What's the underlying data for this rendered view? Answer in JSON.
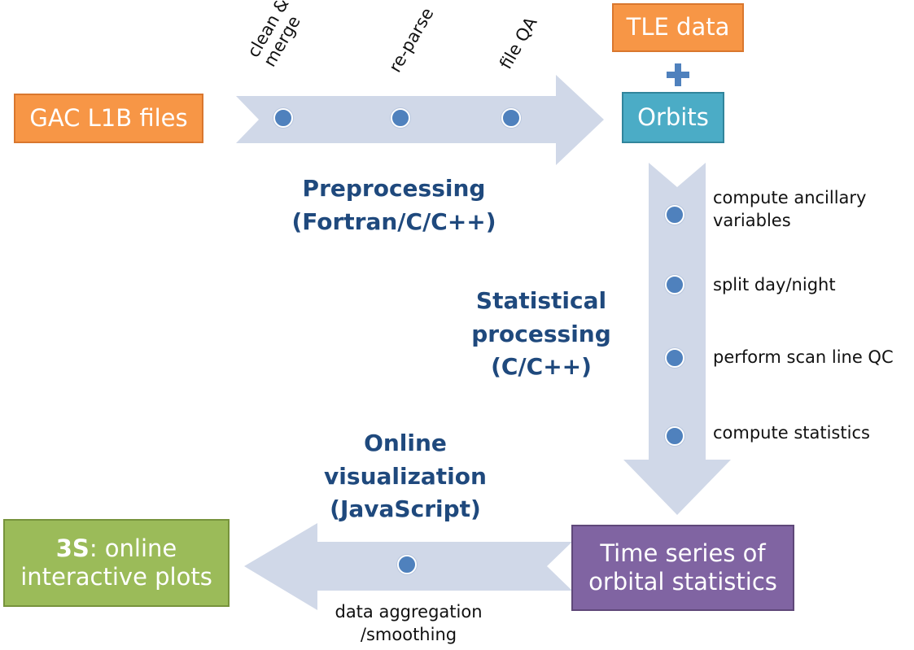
{
  "boxes": {
    "gac": "GAC L1B files",
    "tle": "TLE data",
    "orbits": "Orbits",
    "timeseries_line1": "Time series of",
    "timeseries_line2": "orbital statistics",
    "threes_bold": "3S",
    "threes_rest": ": online",
    "threes_line2": "interactive plots"
  },
  "preprocessing": {
    "stage_line1": "Preprocessing",
    "stage_line2": "(Fortran/C/C++)",
    "steps": [
      {
        "line1": "clean &",
        "line2": "merge"
      },
      {
        "line1": "re-parse"
      },
      {
        "line1": "file QA"
      }
    ]
  },
  "statistical": {
    "stage_line1": "Statistical",
    "stage_line2": "processing",
    "stage_line3": "(C/C++)",
    "steps": [
      {
        "line1": "compute ancillary",
        "line2": "variables"
      },
      {
        "line1": "split day/night"
      },
      {
        "line1": "perform scan line QC"
      },
      {
        "line1": "compute statistics"
      }
    ]
  },
  "visualization": {
    "stage_line1": "Online",
    "stage_line2": "visualization",
    "stage_line3": "(JavaScript)",
    "step_line1": "data aggregation",
    "step_line2": "/smoothing"
  },
  "colors": {
    "orange": "#f79646",
    "teal": "#4bacc6",
    "purple": "#8064a2",
    "green": "#9bbb59",
    "arrow": "#d0d8e8",
    "dot": "#4f81bd",
    "stage_text": "#1f497d"
  }
}
